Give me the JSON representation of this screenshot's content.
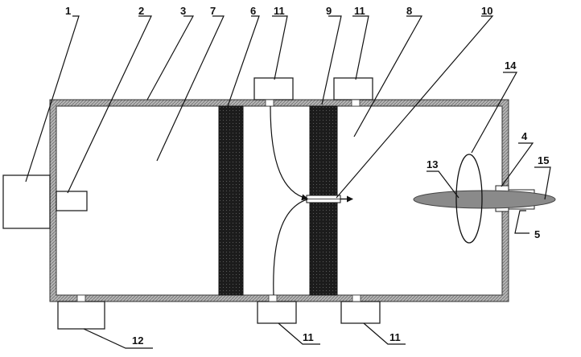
{
  "diagram": {
    "labels": {
      "l1": "1",
      "l2": "2",
      "l3": "3",
      "l7": "7",
      "l6": "6",
      "l11a": "11",
      "l9": "9",
      "l11b": "11",
      "l8": "8",
      "l10": "10",
      "l14": "14",
      "l4": "4",
      "l13": "13",
      "l15": "15",
      "l5": "5",
      "l12": "12",
      "l11c": "11",
      "l11d": "11"
    },
    "colors": {
      "wall": "#9a9a9a",
      "filter": "#1c1c1c",
      "ellipse": "#8a8a8a",
      "line": "#111111"
    }
  }
}
